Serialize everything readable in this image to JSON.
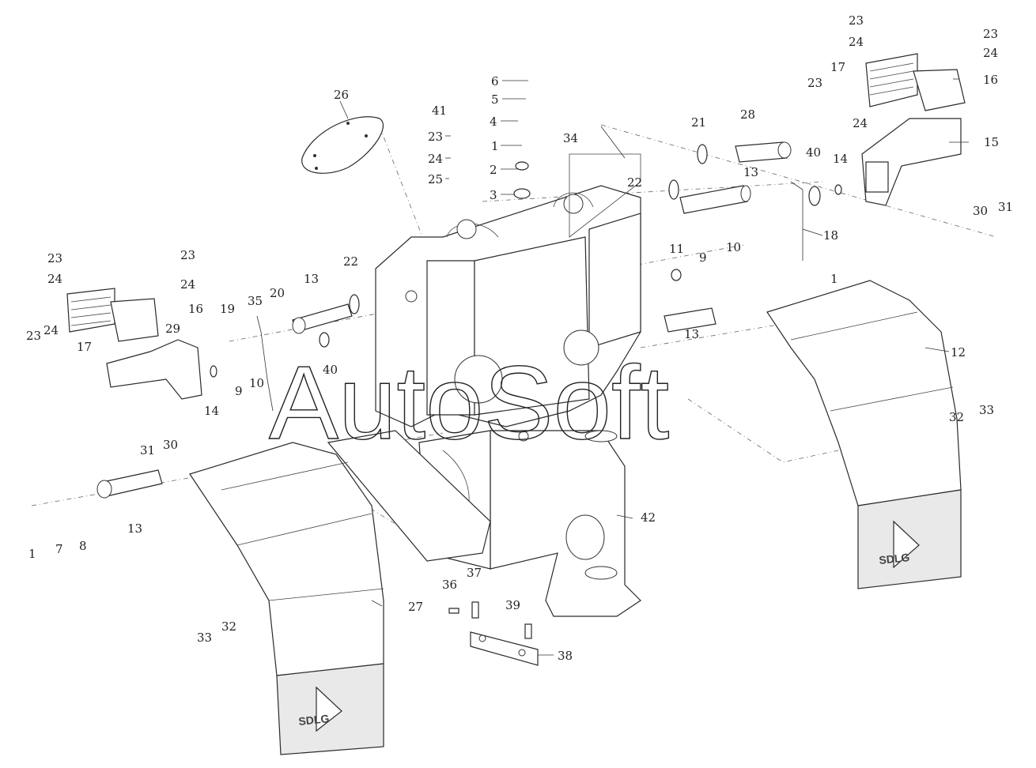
{
  "watermark": "AutoSoft",
  "logo_text": "SDLG",
  "callouts": [
    {
      "id": "c6",
      "text": "6"
    },
    {
      "id": "c5",
      "text": "5"
    },
    {
      "id": "c41",
      "text": "41"
    },
    {
      "id": "c4",
      "text": "4"
    },
    {
      "id": "c1a",
      "text": "1"
    },
    {
      "id": "c2",
      "text": "2"
    },
    {
      "id": "c3",
      "text": "3"
    },
    {
      "id": "c23a",
      "text": "23"
    },
    {
      "id": "c24a",
      "text": "24"
    },
    {
      "id": "c25",
      "text": "25"
    },
    {
      "id": "c26",
      "text": "26"
    },
    {
      "id": "c34",
      "text": "34"
    },
    {
      "id": "c21",
      "text": "21"
    },
    {
      "id": "c28",
      "text": "28"
    },
    {
      "id": "c22a",
      "text": "22"
    },
    {
      "id": "c13a",
      "text": "13"
    },
    {
      "id": "c40a",
      "text": "40"
    },
    {
      "id": "c14a",
      "text": "14"
    },
    {
      "id": "c18",
      "text": "18"
    },
    {
      "id": "c1b",
      "text": "1"
    },
    {
      "id": "c15",
      "text": "15"
    },
    {
      "id": "c30a",
      "text": "30"
    },
    {
      "id": "c31a",
      "text": "31"
    },
    {
      "id": "c23b",
      "text": "23"
    },
    {
      "id": "c24b",
      "text": "24"
    },
    {
      "id": "c23c",
      "text": "23"
    },
    {
      "id": "c24c",
      "text": "24"
    },
    {
      "id": "c17a",
      "text": "17"
    },
    {
      "id": "c16a",
      "text": "16"
    },
    {
      "id": "c23d",
      "text": "23"
    },
    {
      "id": "c24d",
      "text": "24"
    },
    {
      "id": "c11",
      "text": "11"
    },
    {
      "id": "c9a",
      "text": "9"
    },
    {
      "id": "c10a",
      "text": "10"
    },
    {
      "id": "c12",
      "text": "12"
    },
    {
      "id": "c13b",
      "text": "13"
    },
    {
      "id": "c32a",
      "text": "32"
    },
    {
      "id": "c33a",
      "text": "33"
    },
    {
      "id": "c23e",
      "text": "23"
    },
    {
      "id": "c24e",
      "text": "24"
    },
    {
      "id": "c23f",
      "text": "23"
    },
    {
      "id": "c24f",
      "text": "24"
    },
    {
      "id": "c16b",
      "text": "16"
    },
    {
      "id": "c23g",
      "text": "23"
    },
    {
      "id": "c24g",
      "text": "24"
    },
    {
      "id": "c17b",
      "text": "17"
    },
    {
      "id": "c29",
      "text": "29"
    },
    {
      "id": "c14b",
      "text": "14"
    },
    {
      "id": "c19",
      "text": "19"
    },
    {
      "id": "c35",
      "text": "35"
    },
    {
      "id": "c20",
      "text": "20"
    },
    {
      "id": "c13c",
      "text": "13"
    },
    {
      "id": "c22b",
      "text": "22"
    },
    {
      "id": "c40b",
      "text": "40"
    },
    {
      "id": "c9b",
      "text": "9"
    },
    {
      "id": "c10b",
      "text": "10"
    },
    {
      "id": "c31b",
      "text": "31"
    },
    {
      "id": "c30b",
      "text": "30"
    },
    {
      "id": "c13d",
      "text": "13"
    },
    {
      "id": "c1c",
      "text": "1"
    },
    {
      "id": "c7",
      "text": "7"
    },
    {
      "id": "c8",
      "text": "8"
    },
    {
      "id": "c27",
      "text": "27"
    },
    {
      "id": "c33b",
      "text": "33"
    },
    {
      "id": "c32b",
      "text": "32"
    },
    {
      "id": "c42",
      "text": "42"
    },
    {
      "id": "c36",
      "text": "36"
    },
    {
      "id": "c37",
      "text": "37"
    },
    {
      "id": "c39",
      "text": "39"
    },
    {
      "id": "c38",
      "text": "38"
    }
  ]
}
